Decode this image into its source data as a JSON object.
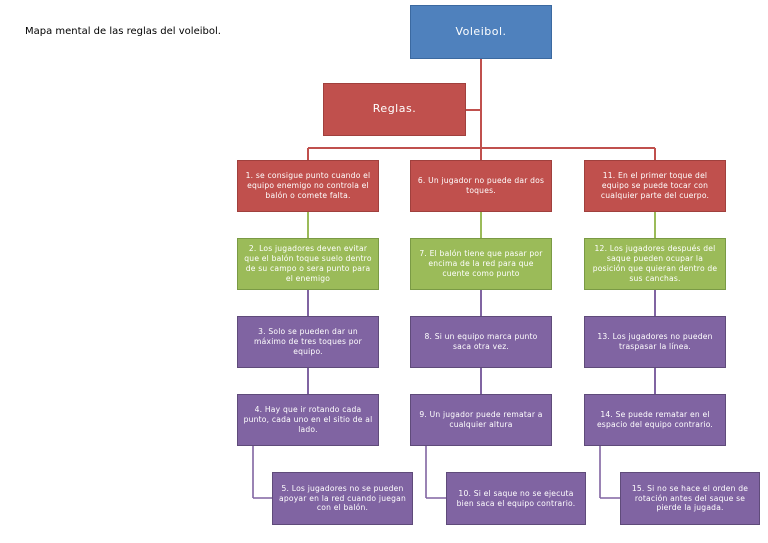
{
  "caption": "Mapa mental de las reglas del voleibol.",
  "colors": {
    "red": "#c0504d",
    "green": "#9bbb59",
    "purple": "#8064a2",
    "blue": "#4f81bd",
    "line": "#c0504d",
    "branch_line": "#8064a2",
    "green_line": "#9bbb59"
  },
  "root": {
    "label": "Voleibol."
  },
  "branch": {
    "label": "Reglas."
  },
  "columns": [
    {
      "items": [
        {
          "text": "1.  se consigue punto cuando el equipo enemigo no controla el balón o comete falta."
        },
        {
          "text": "2. Los jugadores deven evitar que el balón toque suelo dentro de su campo o sera punto para el enemigo"
        },
        {
          "text": "3. Solo se pueden dar un máximo de tres toques por equipo."
        },
        {
          "text": "4. Hay que ir rotando cada punto, cada uno en el sitio de al lado."
        },
        {
          "text": "5. Los jugadores no se pueden apoyar en la red cuando juegan con el balón."
        }
      ]
    },
    {
      "items": [
        {
          "text": "6. Un jugador no puede dar dos toques."
        },
        {
          "text": "7. El balón tiene que pasar por encima de la red para que cuente como punto"
        },
        {
          "text": "8. Si un equipo marca punto saca otra vez."
        },
        {
          "text": "9. Un jugador puede rematar a cualquier altura"
        },
        {
          "text": "10. Si el saque no se ejecuta bien saca el equipo contrario."
        }
      ]
    },
    {
      "items": [
        {
          "text": "11. En el primer toque del equipo se puede tocar con cualquier parte del cuerpo."
        },
        {
          "text": "12. Los jugadores después del saque pueden ocupar la posición que quieran dentro de sus canchas."
        },
        {
          "text": "13. Los jugadores no pueden traspasar la línea."
        },
        {
          "text": "14. Se puede rematar en el espacio del equipo contrario."
        },
        {
          "text": "15. Si no se hace el orden de rotación antes del saque se pierde la jugada."
        }
      ]
    }
  ]
}
